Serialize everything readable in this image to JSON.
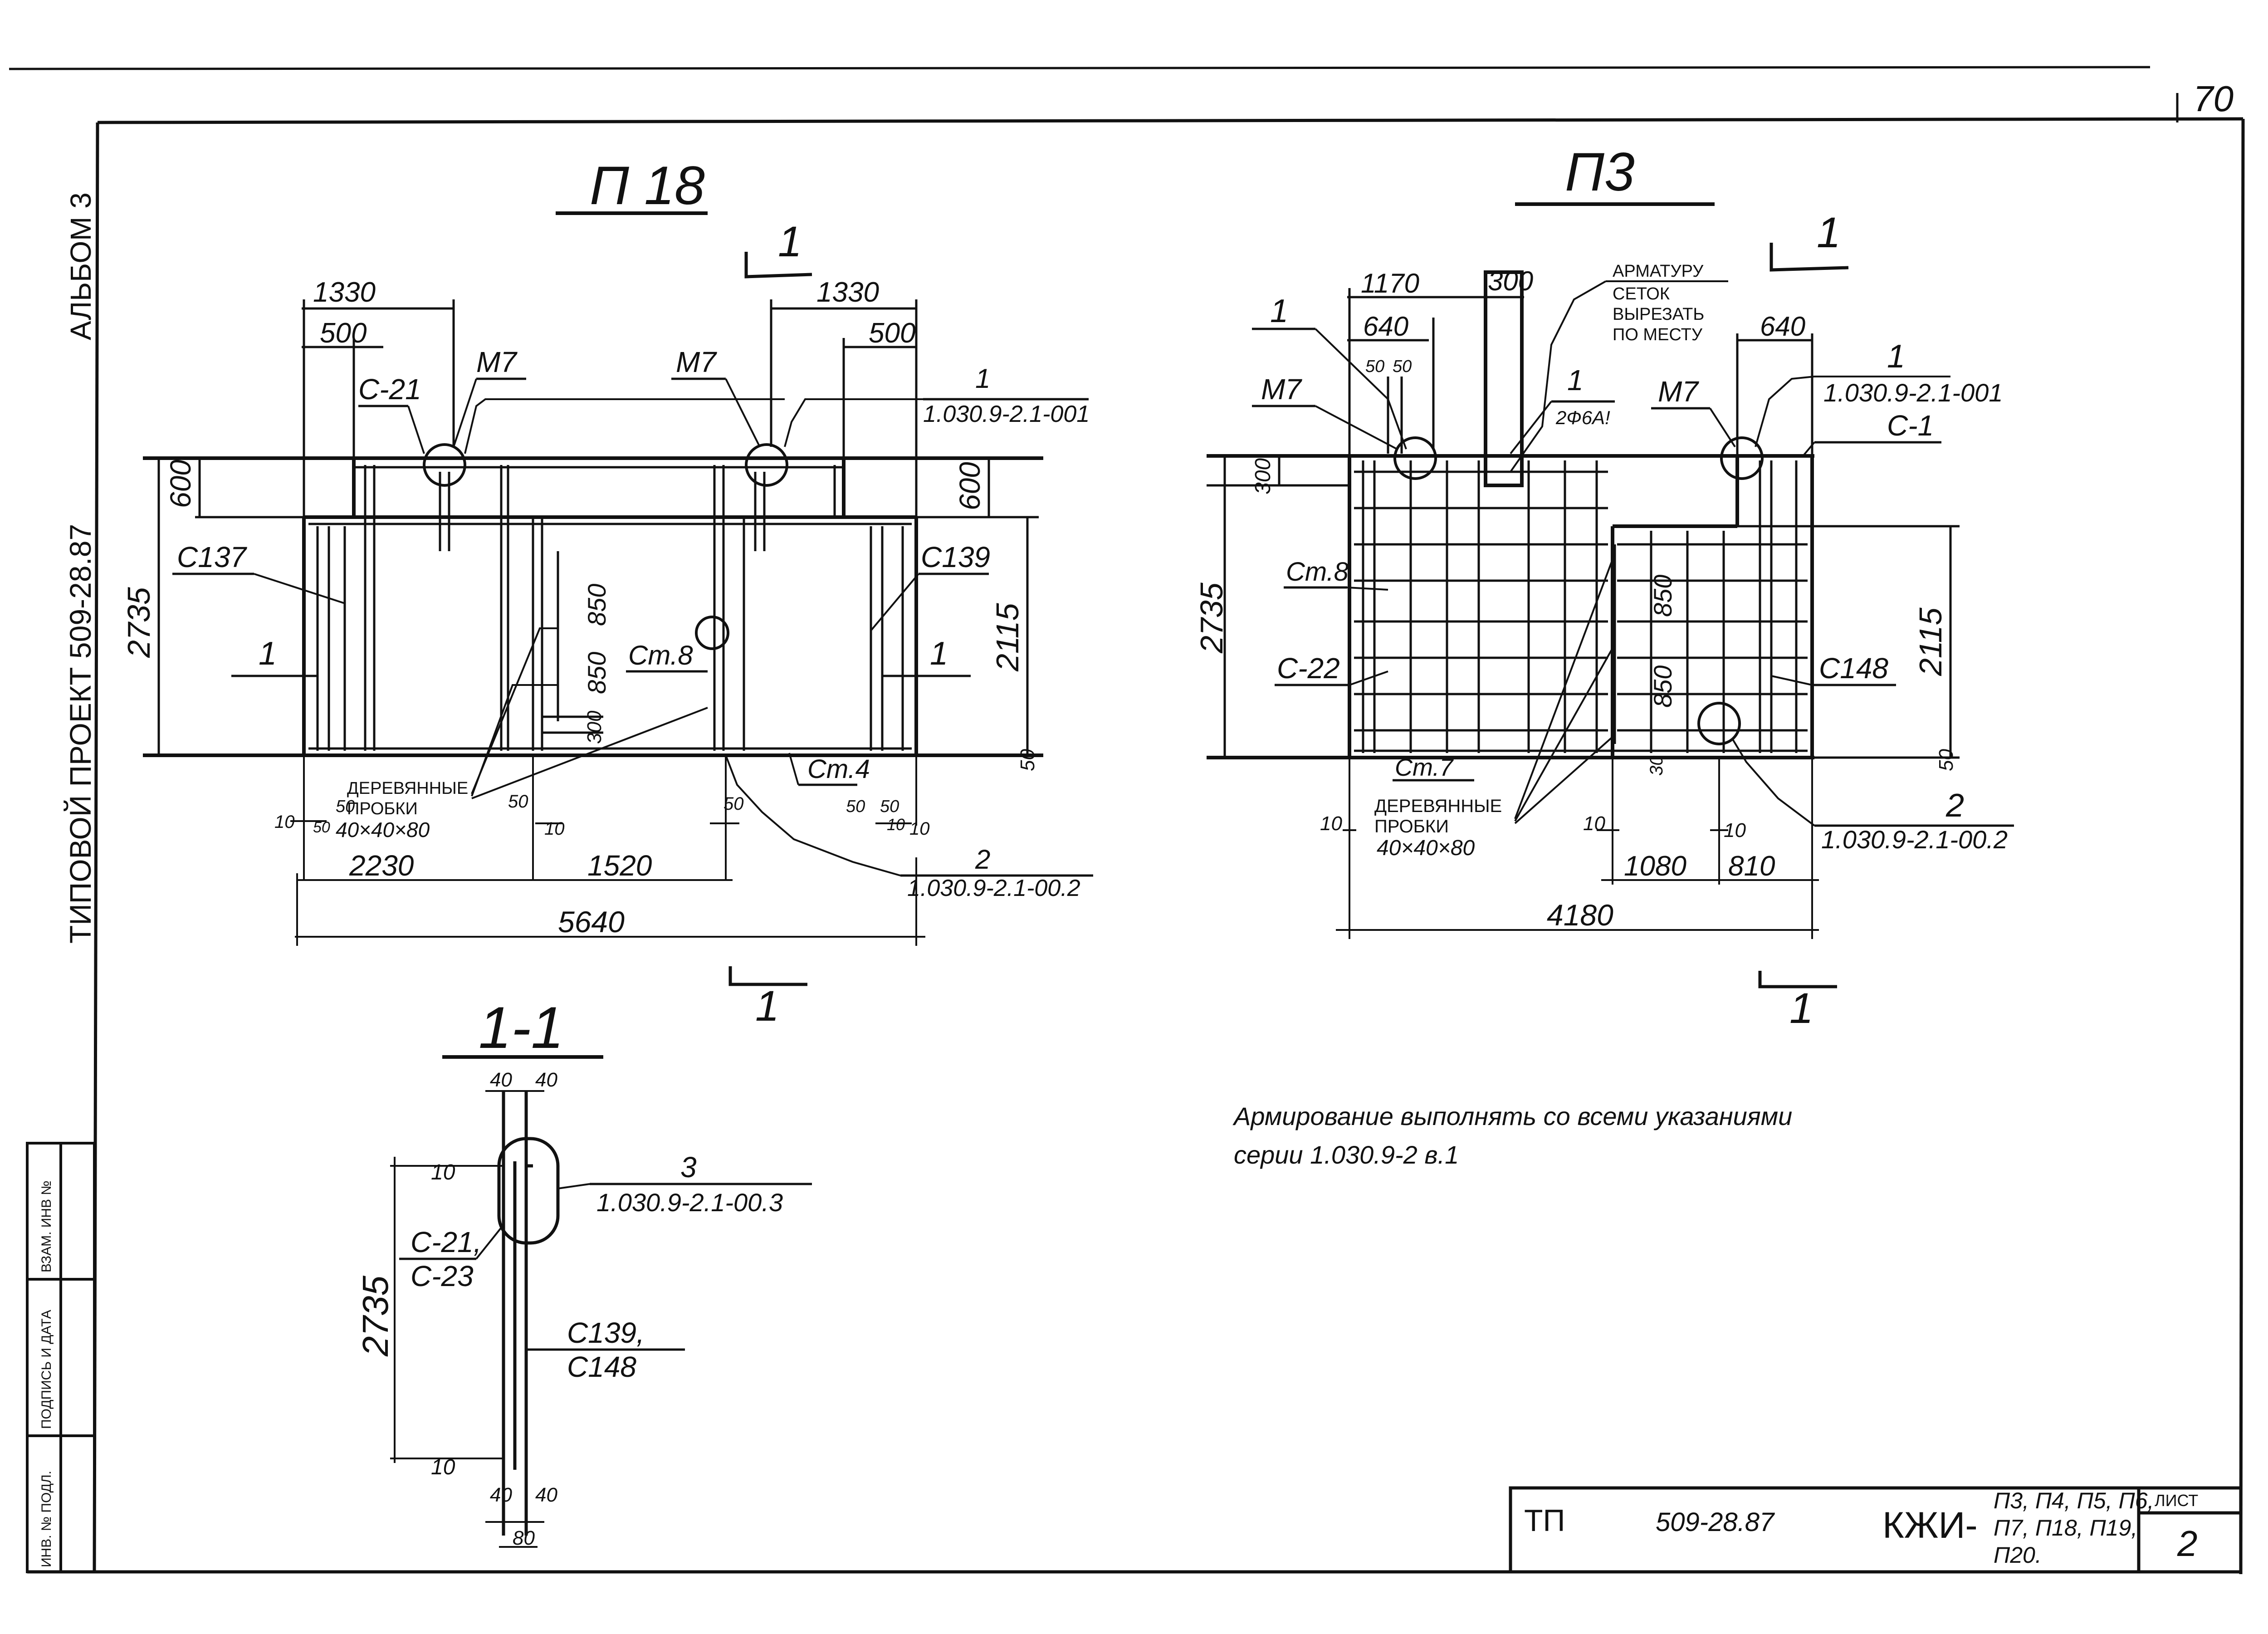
{
  "sheet": {
    "corner_number": "70"
  },
  "side_labels": {
    "album": "АЛЬБОМ 3",
    "project": "ТИПОВОЙ ПРОЕКТ   509-28.87"
  },
  "stamp_side": [
    "ВЗАМ. ИНВ №",
    "ПОДПИСЬ И ДАТА",
    "ИНВ. № ПОДЛ."
  ],
  "left_drawing": {
    "title": "П 18",
    "section_mark_top": "1",
    "section_mark_bottom": "1",
    "dims": {
      "d1330a": "1330",
      "d500a": "500",
      "d1330b": "1330",
      "d500b": "500",
      "d600a": "600",
      "d600b": "600",
      "d2735": "2735",
      "d2115": "2115",
      "d850a": "850",
      "d850b": "850",
      "d300": "300",
      "d2230": "2230",
      "d1520": "1520",
      "d5640": "5640",
      "d10a": "10",
      "d50a": "50",
      "d10b": "10",
      "d50b": "50",
      "d50c": "50",
      "d50d": "50",
      "d10c": "10",
      "d50e": "50",
      "d50f": "50",
      "d10d": "10",
      "d50g": "50"
    },
    "labels": {
      "c21": "C-21",
      "m7a": "M7",
      "m7b": "M7",
      "c137": "C137",
      "c139": "C139",
      "one_left": "1",
      "one_right": "1",
      "st8": "Ст.8",
      "st4": "Ст.4",
      "ref1_num": "1",
      "ref1": "1.030.9-2.1-001",
      "ref2_num": "2",
      "ref2": "1.030.9-2.1-00.2",
      "wood1": "ДЕРЕВЯННЫЕ",
      "wood2": "ПРОБКИ",
      "wood3": "40×40×80"
    }
  },
  "right_drawing": {
    "title": "П3",
    "section_mark_top": "1",
    "section_mark_bottom": "1",
    "note_lines": [
      "АРМАТУРУ",
      "СЕТОК",
      "ВЫРЕЗАТЬ",
      "ПО МЕСТУ"
    ],
    "dims": {
      "d1170": "1170",
      "d300": "300",
      "d640a": "640",
      "d640b": "640",
      "d50a": "50",
      "d50b": "50",
      "d300v": "300",
      "d2735": "2735",
      "d2115": "2115",
      "d850a": "850",
      "d850b": "850",
      "d30": "30",
      "d50r": "50",
      "d10a": "10",
      "d10b": "10",
      "d10c": "10",
      "d1080": "1080",
      "d810": "810",
      "d4180": "4180"
    },
    "labels": {
      "one_a": "1",
      "m7a": "M7",
      "m7b": "M7",
      "one_mid": "1",
      "rebar": "2Ф6А!",
      "ref1_num": "1",
      "ref1": "1.030.9-2.1-001",
      "c1": "C-1",
      "st8": "Ст.8",
      "c22": "C-22",
      "c148": "C148",
      "st7": "Ст.7",
      "ref2_num": "2",
      "ref2": "1.030.9-2.1-00.2",
      "wood1": "ДЕРЕВЯННЫЕ",
      "wood2": "ПРОБКИ",
      "wood3": "40×40×80"
    }
  },
  "section_drawing": {
    "title": "1-1",
    "dims": {
      "d40a": "40",
      "d40b": "40",
      "d10a": "10",
      "d2735": "2735",
      "d10b": "10",
      "d40c": "40",
      "d40d": "40",
      "d80": "80"
    },
    "labels": {
      "ref3_num": "3",
      "ref3": "1.030.9-2.1-00.3",
      "c21": "C-21,",
      "c23": "C-23",
      "c139": "C139,",
      "c148": "C148"
    }
  },
  "notes": {
    "line1": "Армирование выполнять со всеми указаниями",
    "line2": "серии   1.030.9-2 в.1"
  },
  "title_block": {
    "tp": "ТП",
    "number": "509-28.87",
    "code": "КЖИ-",
    "items_line1": "П3, П4, П5, П6,",
    "items_line2": "П7, П18, П19,",
    "items_line3": "П20.",
    "sheet_label": "ЛИСТ",
    "sheet_number": "2"
  }
}
